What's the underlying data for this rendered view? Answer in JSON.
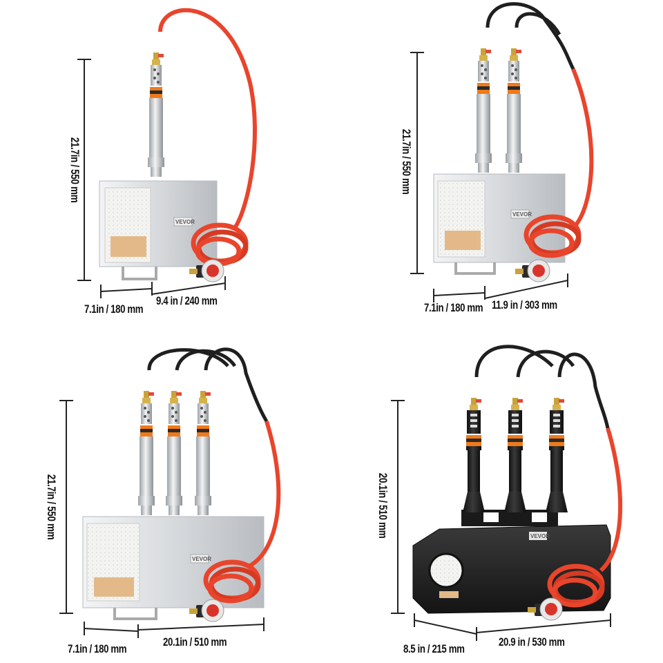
{
  "brand": "VEVOR",
  "panels": [
    {
      "id": "single",
      "burners": 1,
      "height": "21.7in / 550 mm",
      "depth": "7.1in / 180 mm",
      "width": "9.4 in / 240 mm"
    },
    {
      "id": "double",
      "burners": 2,
      "height": "21.7in / 550 mm",
      "depth": "7.1in / 180 mm",
      "width": "11.9 in / 303 mm"
    },
    {
      "id": "triple",
      "burners": 3,
      "height": "21.7in / 550 mm",
      "depth": "7.1in / 180 mm",
      "width": "20.1in / 510 mm"
    },
    {
      "id": "triple-black",
      "burners": 3,
      "height": "20.1in / 510 mm",
      "depth": "8.5 in / 215 mm",
      "width": "20.9 in / 530 mm"
    }
  ],
  "colors": {
    "hose": "#e8452c",
    "hose_dark": "#1f1f1f",
    "steel": "#d9dcdf",
    "black_body": "#1d1d1d",
    "brick": "#e3b98a",
    "orange_band": "#f07a1a",
    "dimension_line": "#222222"
  }
}
